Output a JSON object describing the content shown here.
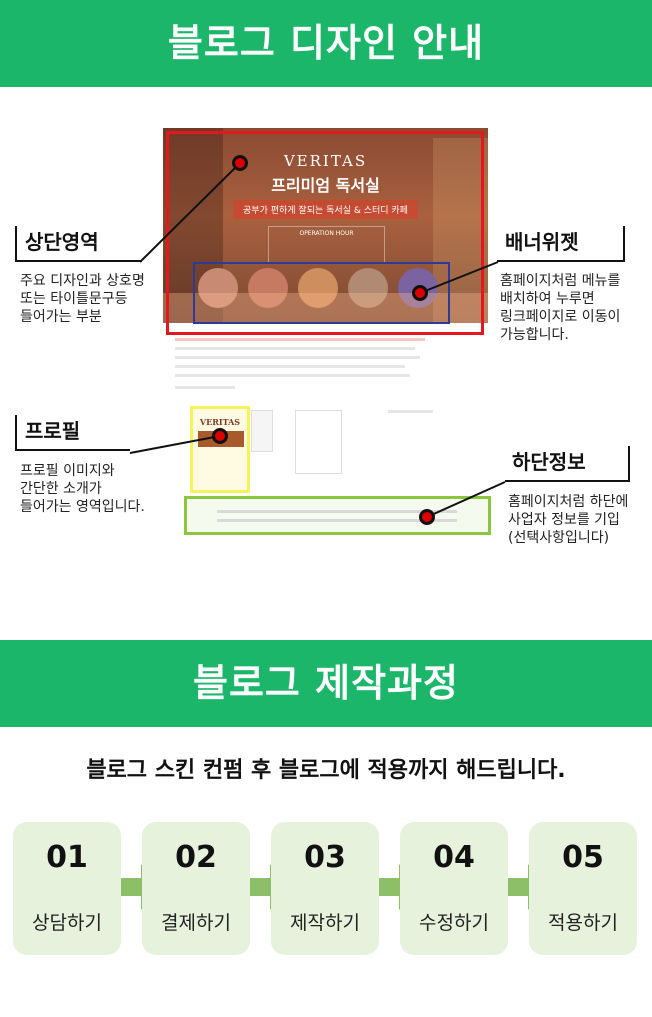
{
  "header_top": {
    "title": "블로그 디자인 안내"
  },
  "mock": {
    "brand": "VERITAS",
    "title": "프리미엄 독서실",
    "tagline": "공부가 편하게 잘되는 독서실 & 스터디 카페",
    "operation": "OPERATION HOUR",
    "profile_brand": "VERITAS"
  },
  "annotations": {
    "top_area": {
      "title": "상단영역",
      "lines": [
        "주요 디자인과 상호명",
        "또는 타이틀문구등",
        "들어가는 부분"
      ]
    },
    "banner_widget": {
      "title": "배너위젯",
      "lines": [
        "홈페이지처럼 메뉴를",
        "배치하여 누루면",
        "링크페이지로 이동이",
        "가능합니다."
      ]
    },
    "profile": {
      "title": "프로필",
      "lines": [
        "프로필 이미지와",
        "간단한 소개가",
        "들어가는 영역입니다."
      ]
    },
    "footer_info": {
      "title": "하단정보",
      "lines": [
        "홈페이지처럼 하단에",
        "사업자 정보를 기입",
        "(선택사항입니다)"
      ]
    }
  },
  "header_process": {
    "title": "블로그 제작과정"
  },
  "subheading": "블로그 스킨 컨펌 후 블로그에 적용까지 해드립니다.",
  "steps": [
    {
      "num": "01",
      "label": "상담하기"
    },
    {
      "num": "02",
      "label": "결제하기"
    },
    {
      "num": "03",
      "label": "제작하기"
    },
    {
      "num": "04",
      "label": "수정하기"
    },
    {
      "num": "05",
      "label": "적용하기"
    }
  ],
  "colors": {
    "banner": "#1cb66a",
    "step_bg": "#e6f2dc",
    "arrow": "#8cbf68",
    "red_box": "#e3181e",
    "blue_box": "#2b3a9b",
    "yellow_box": "#f6f45a",
    "green_box": "#8cc63f"
  }
}
